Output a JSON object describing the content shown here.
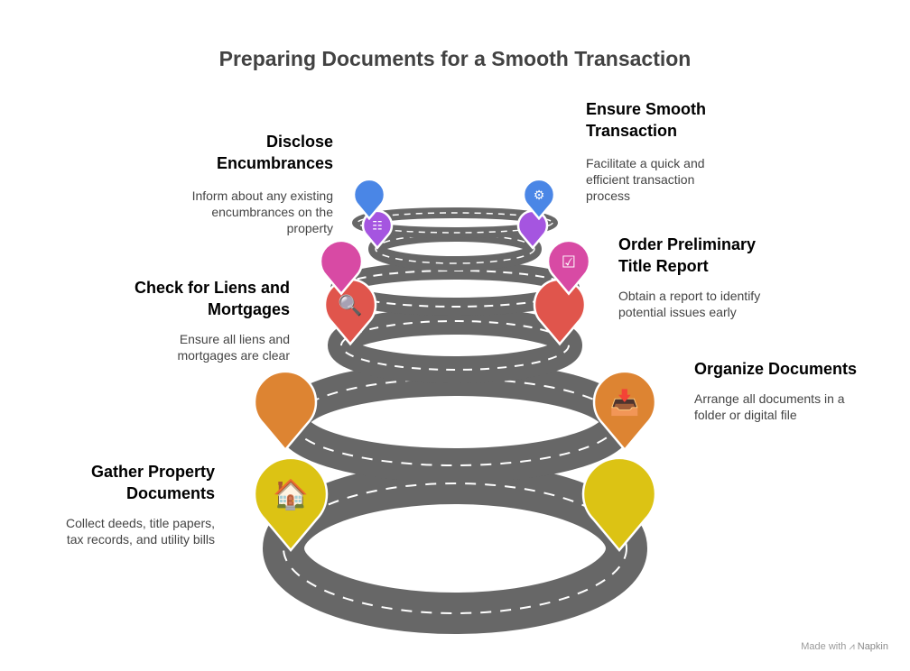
{
  "title": "Preparing Documents for a Smooth Transaction",
  "colors": {
    "road": "#676767",
    "yellow": "#dcc314",
    "orange": "#dd8432",
    "red": "#e0554c",
    "pink": "#d84aa4",
    "purple": "#a555e0",
    "blue": "#4a86e6"
  },
  "steps": [
    {
      "title_line1": "Gather Property",
      "title_line2": "Documents",
      "desc_line1": "Collect deeds, title papers,",
      "desc_line2": "tax records, and utility bills",
      "color": "#dcc314",
      "icon": "document-house-icon"
    },
    {
      "title_line1": "Organize Documents",
      "title_line2": "",
      "desc_line1": "Arrange all documents in a",
      "desc_line2": "folder or digital file",
      "color": "#dd8432",
      "icon": "inbox-tray-icon"
    },
    {
      "title_line1": "Check for Liens and",
      "title_line2": "Mortgages",
      "desc_line1": "Ensure all liens and",
      "desc_line2": "mortgages are clear",
      "color": "#e0554c",
      "icon": "document-magnifier-icon"
    },
    {
      "title_line1": "Order Preliminary",
      "title_line2": "Title Report",
      "desc_line1": "Obtain a report to identify",
      "desc_line2": "potential issues early",
      "color": "#d84aa4",
      "icon": "checklist-icon"
    },
    {
      "title_line1": "Disclose",
      "title_line2": "Encumbrances",
      "desc_line1": "Inform about any existing",
      "desc_line2": "encumbrances on the",
      "desc_line3": "property",
      "color": "#a555e0",
      "icon": "fence-icon"
    },
    {
      "title_line1": "Ensure Smooth",
      "title_line2": "Transaction",
      "desc_line1": "Facilitate a quick and",
      "desc_line2": "efficient transaction",
      "desc_line3": "process",
      "color": "#4a86e6",
      "icon": "gears-check-icon"
    }
  ],
  "footer": {
    "made_with": "Made with",
    "brand": "Napkin"
  }
}
